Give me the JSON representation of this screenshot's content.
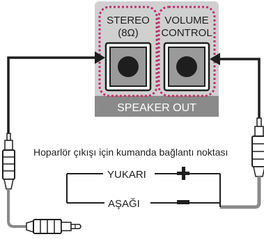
{
  "panel": {
    "left_jack_label_line1": "STEREO",
    "left_jack_label_line2": "(8Ω)",
    "right_jack_label_line1": "VOLUME",
    "right_jack_label_line2": "CONTROL",
    "footer_label": "SPEAKER OUT"
  },
  "remote": {
    "caption": "Hoparlör çıkışı için kumanda bağlantı noktası",
    "up_label": "YUKARI",
    "down_label": "AŞAĞI",
    "up_symbol": "+",
    "down_symbol": "−"
  },
  "colors": {
    "panel_gray": "#d0d0d0",
    "footer_gray": "#8a8a8a",
    "dotted_highlight": "#c0306a",
    "cable_black": "#1e1e1e",
    "cable_gray": "#8a8a8a"
  }
}
